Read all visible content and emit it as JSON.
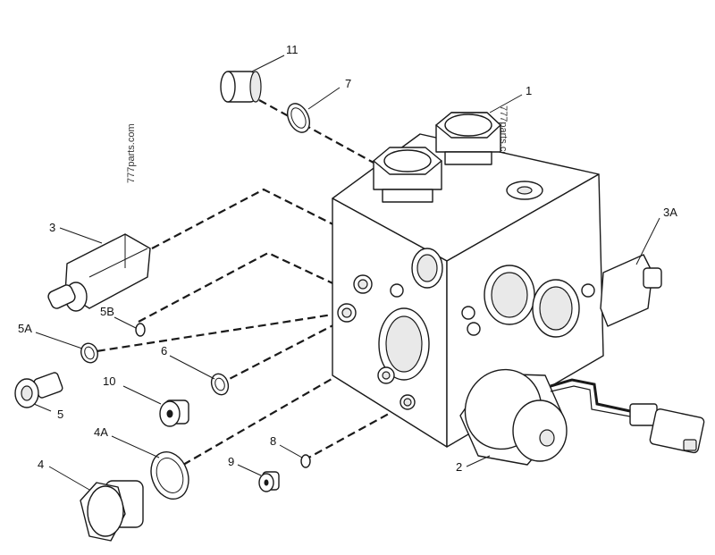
{
  "watermarks": [
    "777parts.com",
    "777parts.com"
  ],
  "labels": {
    "l1": "1",
    "l2": "2",
    "l3": "3",
    "l3A": "3A",
    "l4": "4",
    "l4A": "4A",
    "l5": "5",
    "l5A": "5A",
    "l5B": "5B",
    "l6": "6",
    "l7": "7",
    "l8": "8",
    "l9": "9",
    "l10": "10",
    "l11": "11"
  }
}
